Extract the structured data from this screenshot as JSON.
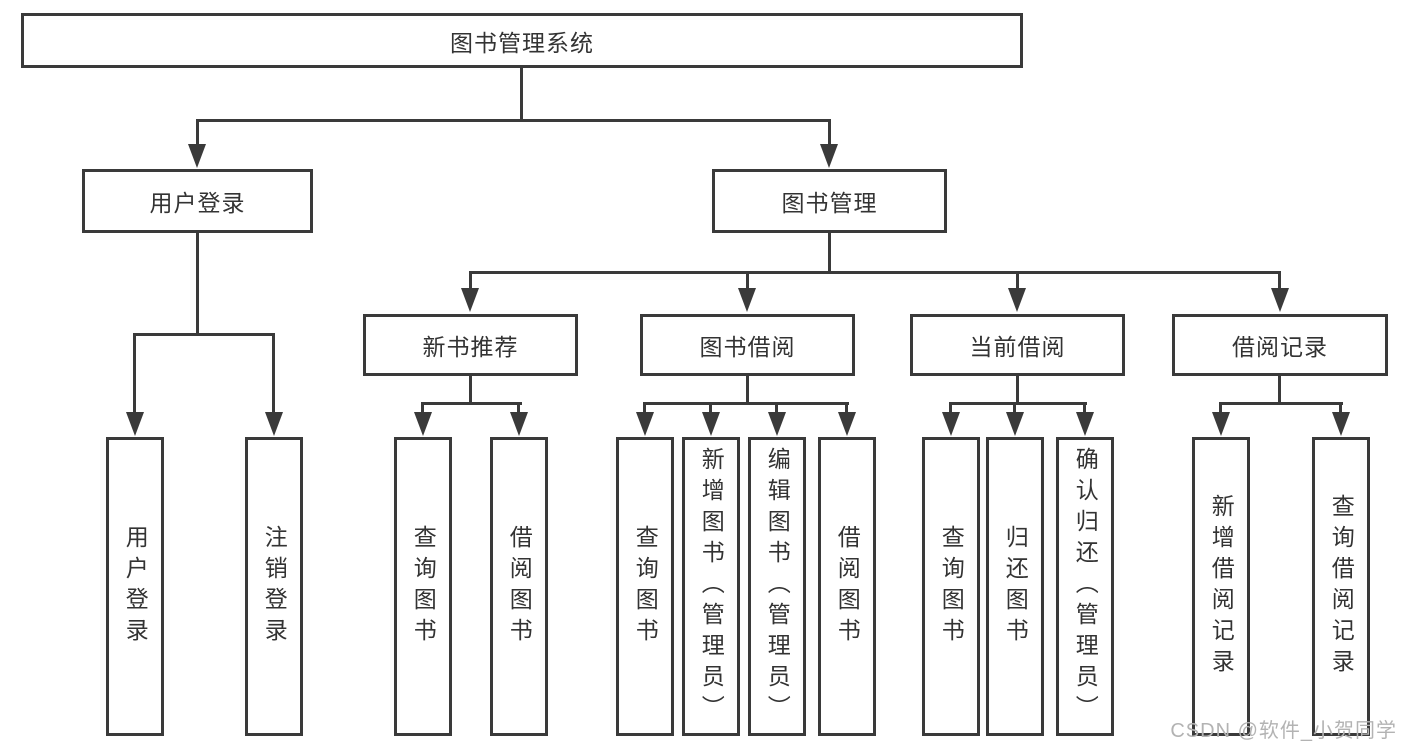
{
  "diagram": {
    "root_label": "图书管理系统",
    "branches": [
      {
        "label": "用户登录",
        "children": [
          "用户登录",
          "注销登录"
        ]
      },
      {
        "label": "图书管理",
        "sections": [
          {
            "label": "新书推荐",
            "children": [
              "查询图书",
              "借阅图书"
            ]
          },
          {
            "label": "图书借阅",
            "children": [
              "查询图书",
              "新增图书（管理员）",
              "编辑图书（管理员）",
              "借阅图书"
            ]
          },
          {
            "label": "当前借阅",
            "children": [
              "查询图书",
              "归还图书",
              "确认归还（管理员）"
            ]
          },
          {
            "label": "借阅记录",
            "children": [
              "新增借阅记录",
              "查询借阅记录"
            ]
          }
        ]
      }
    ]
  },
  "watermark": "CSDN @软件_小贺同学",
  "colors": {
    "line": "#3a3a3a",
    "text": "#333333",
    "watermark": "#b3b3b3",
    "background": "#ffffff"
  }
}
